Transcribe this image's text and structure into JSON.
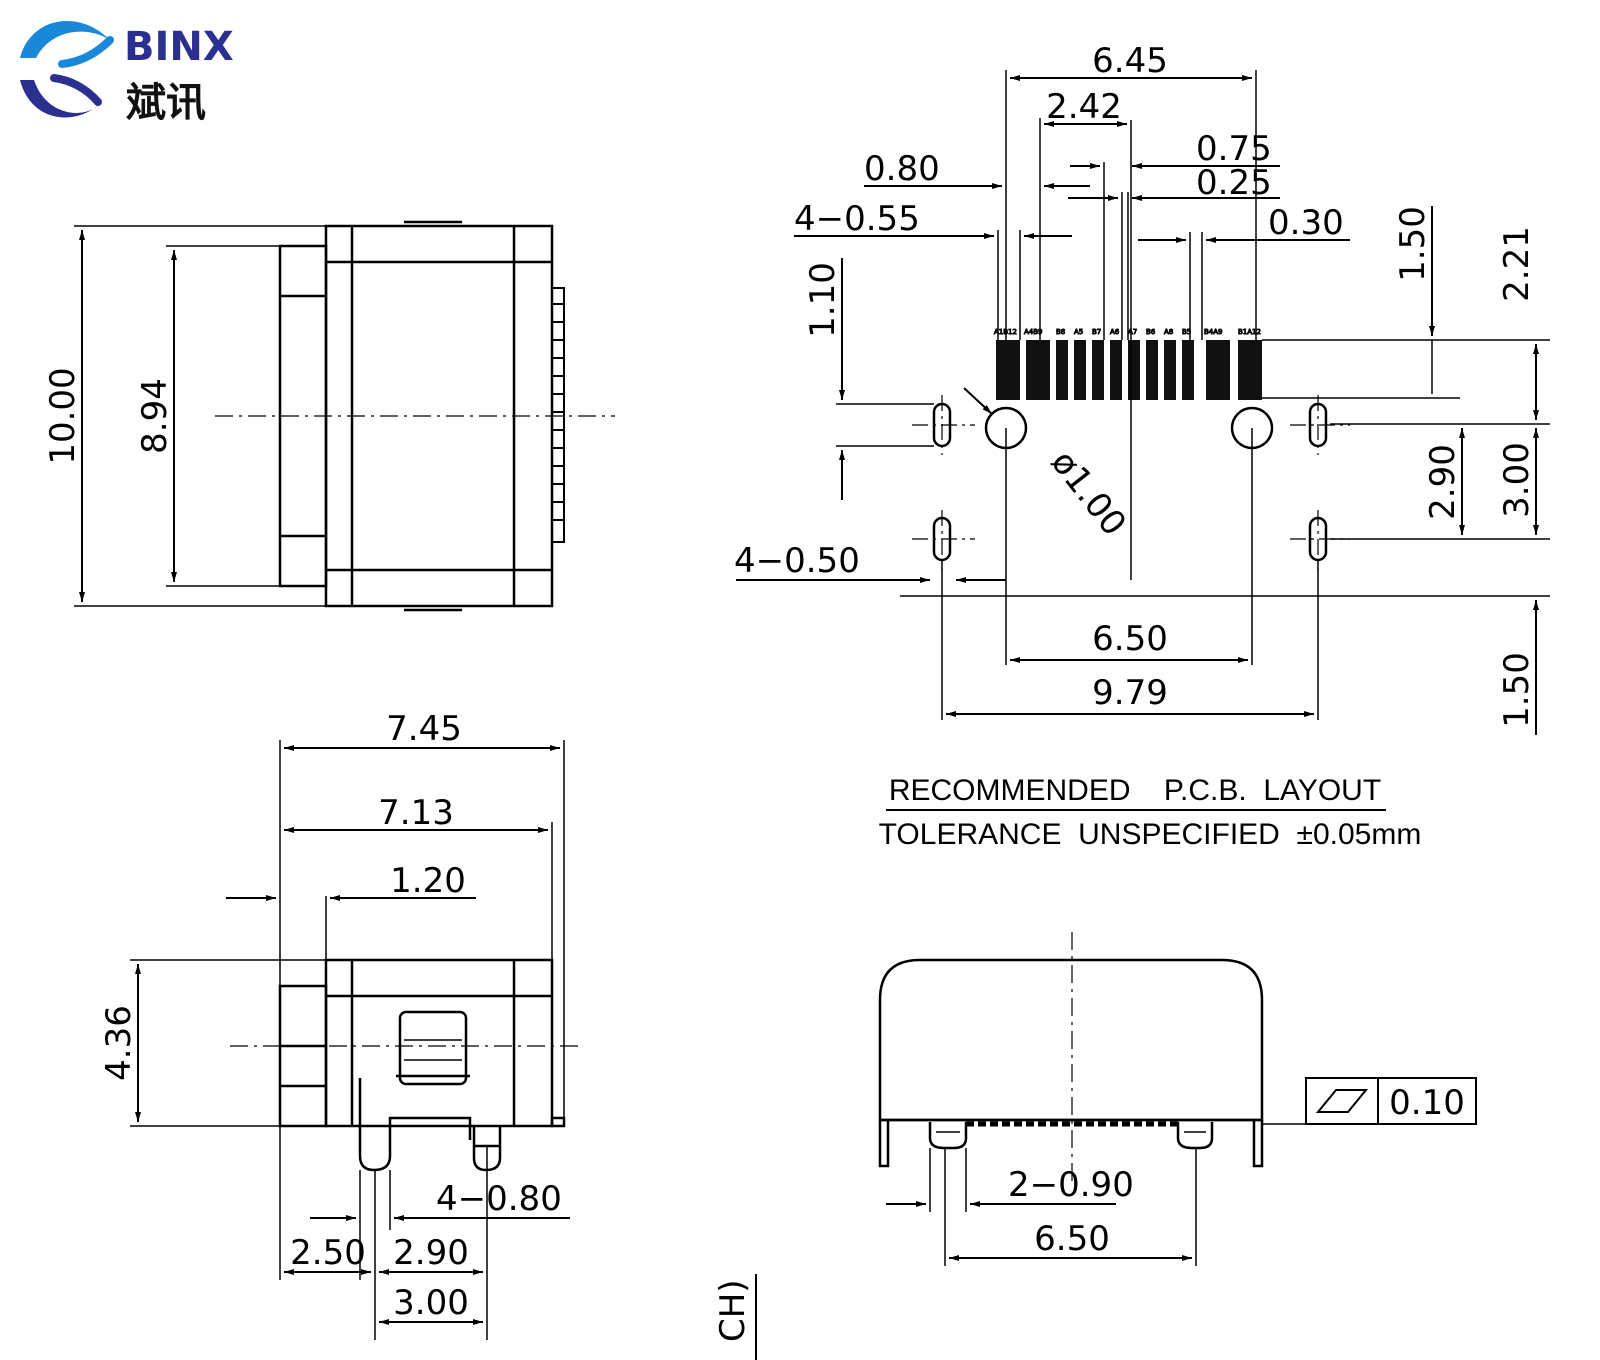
{
  "brand": {
    "name": "BINX",
    "name_cn": "斌讯",
    "colors": {
      "blue": "#1a88d8",
      "navy": "#2b2f8f",
      "ink": "#111111"
    }
  },
  "top_view": {
    "height_outer": "10.00",
    "height_inner": "8.94"
  },
  "pcb_layout": {
    "width_top": "6.45",
    "pitch_242": "2.42",
    "d_080": "0.80",
    "d_075": "0.75",
    "d_025": "0.25",
    "d_030": "0.30",
    "pad4": "4−0.55",
    "slot4": "4−0.50",
    "h_110": "1.10",
    "h_150": "1.50",
    "h_221": "2.21",
    "h_290": "2.90",
    "h_300": "3.00",
    "h_150b": "1.50",
    "hole_dia": "ø1.00",
    "w_650": "6.50",
    "w_979": "9.79",
    "pin_labels": [
      "A1B12",
      "A4B9",
      "B8",
      "A5",
      "B7",
      "A6",
      "A7",
      "B6",
      "A8",
      "B5",
      "B4A9",
      "B1A12"
    ]
  },
  "side_view": {
    "w_745": "7.45",
    "w_713": "7.13",
    "w_120": "1.20",
    "h_436": "4.36",
    "leg4": "4−0.80",
    "w_250": "2.50",
    "w_290": "2.90",
    "w_300": "3.00"
  },
  "notes": {
    "line1": "RECOMMENDED    P.C.B.  LAYOUT",
    "line2": "TOLERANCE  UNSPECIFIED  ±0.05mm"
  },
  "front_view": {
    "flatness": "0.10",
    "leg2": "2−0.90",
    "w_650": "6.50"
  },
  "edge_text": "CH)"
}
